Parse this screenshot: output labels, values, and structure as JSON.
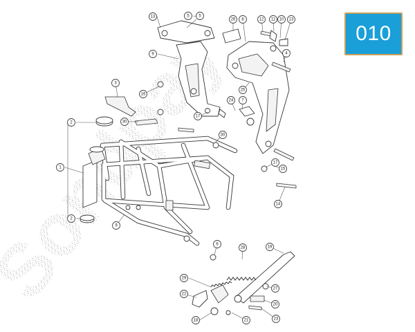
{
  "badge": {
    "text": "010",
    "color": "#1a9fd8"
  },
  "watermark": {
    "text": "Sondpay"
  },
  "callouts": [
    {
      "n": "13"
    },
    {
      "n": "5"
    },
    {
      "n": "5"
    },
    {
      "n": "26"
    },
    {
      "n": "8"
    },
    {
      "n": "12"
    },
    {
      "n": "11"
    },
    {
      "n": "10"
    },
    {
      "n": "13"
    },
    {
      "n": "9"
    },
    {
      "n": "4"
    },
    {
      "n": "3"
    },
    {
      "n": "16"
    },
    {
      "n": "25"
    },
    {
      "n": "24"
    },
    {
      "n": "7"
    },
    {
      "n": "2"
    },
    {
      "n": "30"
    },
    {
      "n": "17"
    },
    {
      "n": "30"
    },
    {
      "n": "1"
    },
    {
      "n": "17"
    },
    {
      "n": "15"
    },
    {
      "n": "14"
    },
    {
      "n": "2"
    },
    {
      "n": "9"
    },
    {
      "n": "6"
    },
    {
      "n": "28"
    },
    {
      "n": "19"
    },
    {
      "n": "29"
    },
    {
      "n": "27"
    },
    {
      "n": "22"
    },
    {
      "n": "20"
    },
    {
      "n": "18"
    },
    {
      "n": "21"
    },
    {
      "n": "23"
    }
  ]
}
